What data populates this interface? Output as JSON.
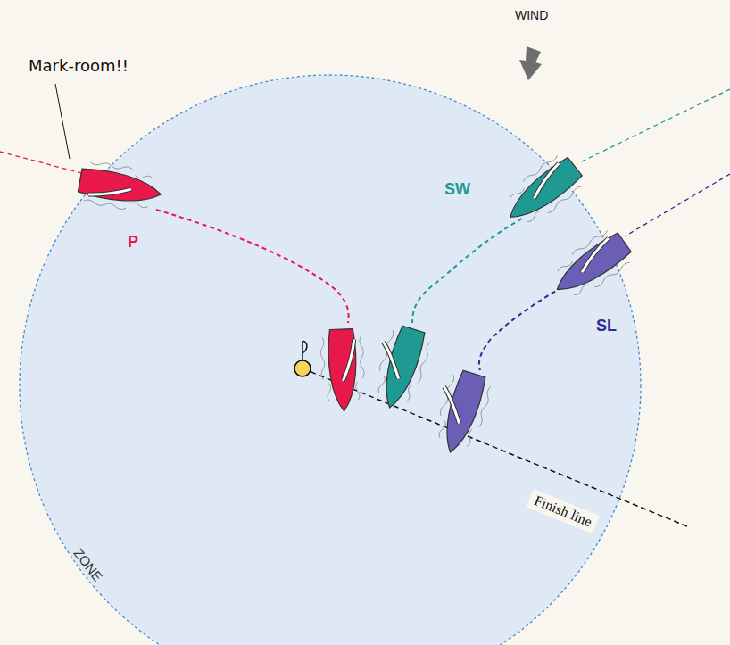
{
  "diagram": {
    "labels": [
      "WIND",
      "Mark-room!!",
      "P",
      "SW",
      "SL",
      "Finish line",
      "ZONE"
    ]
  }
}
